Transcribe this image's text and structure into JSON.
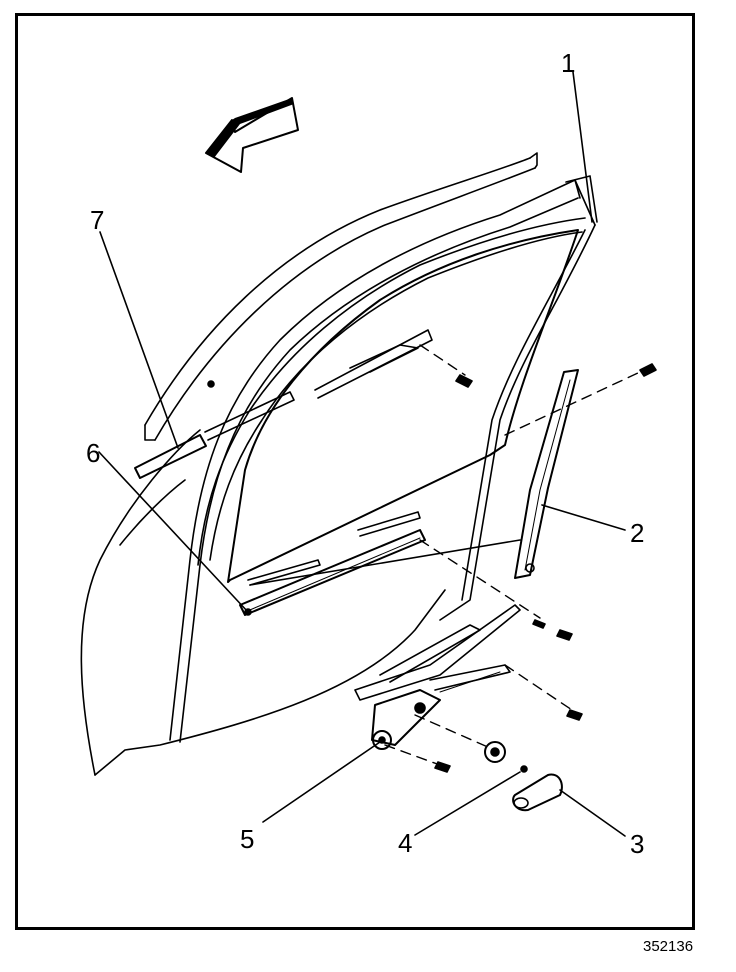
{
  "callouts": [
    {
      "id": "1",
      "text": "1"
    },
    {
      "id": "2",
      "text": "2"
    },
    {
      "id": "3",
      "text": "3"
    },
    {
      "id": "4",
      "text": "4"
    },
    {
      "id": "5",
      "text": "5"
    },
    {
      "id": "6",
      "text": "6"
    },
    {
      "id": "7",
      "text": "7"
    }
  ],
  "figure_number": "352136",
  "colors": {
    "ink": "#000000",
    "paper": "#ffffff"
  },
  "icons": {
    "direction_arrow": "forward-arrow-icon"
  }
}
